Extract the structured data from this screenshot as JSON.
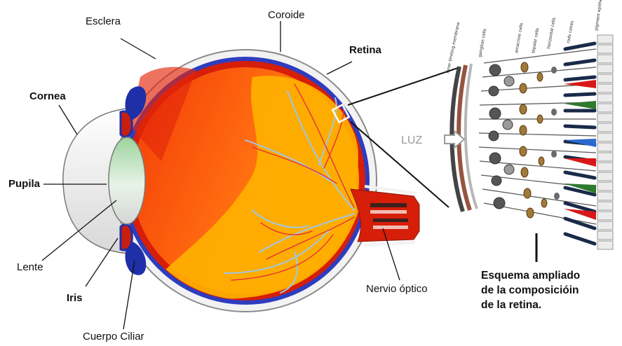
{
  "labels": {
    "esclera": "Esclera",
    "coroide": "Coroide",
    "retina": "Retina",
    "cornea": "Cornea",
    "pupila": "Pupila",
    "lente": "Lente",
    "iris": "Iris",
    "cuerpo_ciliar": "Cuerpo Ciliar",
    "nervio_optico": "Nervio óptico",
    "luz": "LUZ"
  },
  "caption": {
    "line1": "Esquema ampliado",
    "line2": "de la composicióin",
    "line3": "de la retina."
  },
  "retina_layers": {
    "inner_membrane": "inner limiting membrane",
    "ganglion": "ganglion cells",
    "amacrine": "amacrine cells",
    "bipolar": "bipolar cells",
    "horizontal": "horizontal cells",
    "rods_cones": "rods cones",
    "pigment": "pigment epithelium"
  },
  "colors": {
    "vitreous": "#f24a08",
    "retina_yellow": "#ffb000",
    "choroid": "#2e3dbf",
    "ciliary": "#1e2fa8",
    "lens": "#b4dfb4",
    "nerve": "#e02010"
  }
}
